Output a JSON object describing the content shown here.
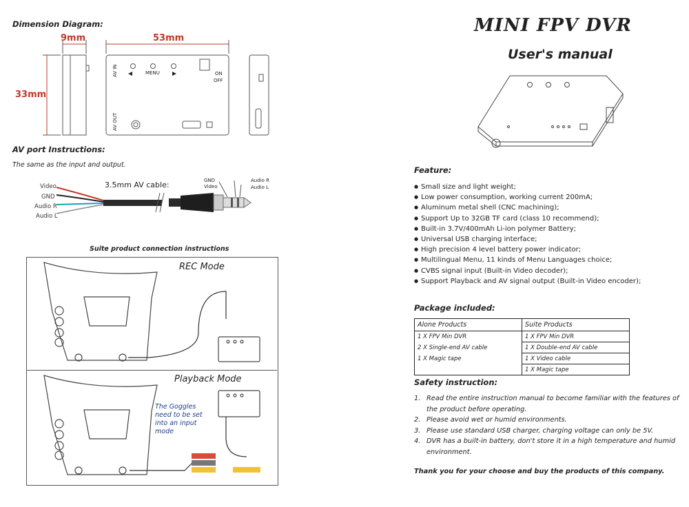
{
  "left": {
    "dimension_heading": "Dimension Diagram:",
    "dims": {
      "width_side": "9mm",
      "width_front": "53mm",
      "height": "33mm"
    },
    "device_labels": {
      "av_in": "AV IN",
      "menu": "MENU",
      "on": "ON",
      "off": "OFF",
      "av_out": "AV OUT"
    },
    "av_heading": "AV port Instructions:",
    "av_note": "The same as the input and output.",
    "cable_title": "3.5mm AV  cable:",
    "wires": [
      "Video",
      "GND",
      "Audio R",
      "Audio L"
    ],
    "plug_labels": {
      "gnd": "GND",
      "video": "Video",
      "audio_r": "Audio R",
      "audio_l": "Audio L"
    },
    "suite_heading": "Suite product connection instructions",
    "rec_mode": "REC Mode",
    "playback_mode": "Playback Mode",
    "goggles_note": "The Goggles need to be set into an input mode"
  },
  "right": {
    "title": "MINI FPV DVR",
    "subtitle": "User's manual",
    "feature_heading": "Feature:",
    "features": [
      "Small size and light weight;",
      "Low power consumption, working current 200mA;",
      "Aluminum metal shell (CNC machining);",
      "Support Up to 32GB TF card (class 10 recommend);",
      "Built-in 3.7V/400mAh Li-ion polymer Battery;",
      "Universal USB charging interface;",
      "High precision 4 level battery power indicator;",
      "Multilingual Menu, 11 kinds of Menu Languages choice;",
      "CVBS signal input (Built-in Video decoder);",
      "Support Playback and AV signal output (Built-in Video encoder);"
    ],
    "package_heading": "Package included:",
    "package_table": {
      "headers": [
        "Alone Products",
        "Suite Products"
      ],
      "rows": [
        [
          "1 X FPV Min DVR",
          "1 X FPV Min DVR"
        ],
        [
          "2 X Single-end AV cable",
          "1 X Double-end AV cable"
        ],
        [
          "1 X Magic tape",
          "1 X Video cable"
        ],
        [
          "",
          "1 X Magic tape"
        ]
      ]
    },
    "safety_heading": "Safety instruction:",
    "safety": [
      {
        "num": "1.",
        "text": "Read the entire instruction manual to become familiar with the features of the product before operating."
      },
      {
        "num": "2.",
        "text": "Please avoid wet or humid environments."
      },
      {
        "num": "3.",
        "text": "Please use standard USB charger, charging voltage can only be 5V."
      },
      {
        "num": "4.",
        "text": "DVR has a built-in battery, don't store it in a high temperature and humid environment."
      }
    ],
    "thanks": "Thank you for your choose and buy the products of this company."
  }
}
